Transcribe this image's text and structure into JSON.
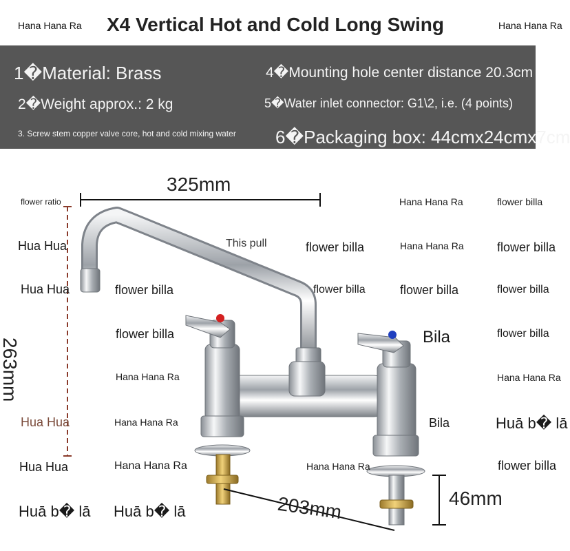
{
  "header": {
    "title": "X4 Vertical Hot and Cold Long Swing",
    "brand_left": "Hana Hana Ra",
    "brand_right": "Hana Hana Ra"
  },
  "specs": {
    "s1": "1�Material: Brass",
    "s2": "2�Weight approx.: 2 kg",
    "s3": "3. Screw stem copper valve core, hot and cold mixing water",
    "s4": "4�Mounting hole center distance 20.3cm",
    "s5": "5�Water inlet connector: G1\\2, i.e. (4 points)",
    "s6": "6�Packaging box: 44cmx24cmx7cm"
  },
  "dimensions": {
    "spout_length": "325mm",
    "height": "263mm",
    "hole_distance": "203mm",
    "thread_length": "46mm"
  },
  "labels": {
    "this_pull": "This pull"
  },
  "watermarks": [
    "flower ratio",
    "Hana Hana Ra",
    "flower billa",
    "Hua Hua",
    "flower billa",
    "Hana Hana Ra",
    "flower billa",
    "Hua Hua",
    "flower billa",
    "flower billa",
    "flower billa",
    "flower billa",
    "flower billa",
    "Bila",
    "flower billa",
    "Hana Hana Ra",
    "Hana Hana Ra",
    "Hua Hua",
    "Hana Hana Ra",
    "Bila",
    "Huā b� lā",
    "Hua Hua",
    "Hana Hana Ra",
    "Hana Hana Ra",
    "flower billa",
    "Huā b� lā",
    "Huā b� lā"
  ],
  "colors": {
    "spec_bar": "#565656",
    "hot_marker": "#d42020",
    "cold_marker": "#1f3fbf",
    "chrome": "#c9ccd0",
    "brass": "#c9a24a"
  }
}
